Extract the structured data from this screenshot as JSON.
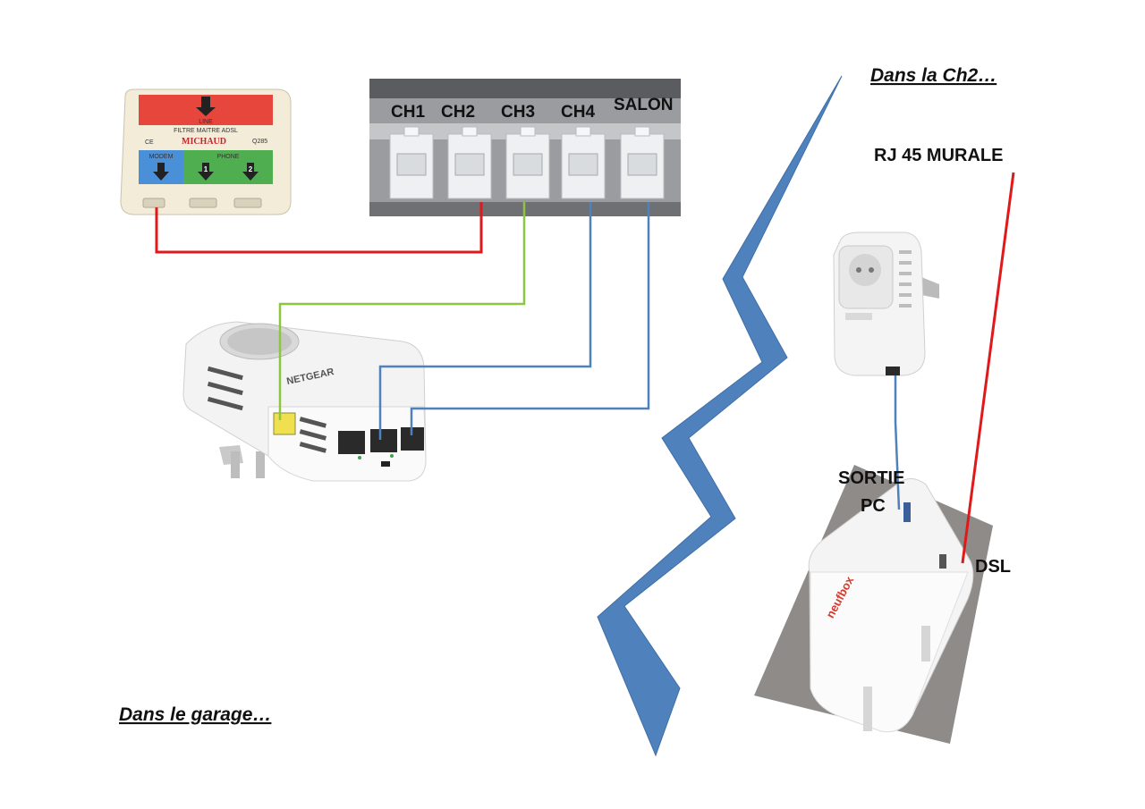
{
  "captions": {
    "garage": "Dans le garage…",
    "ch2": "Dans la Ch2…"
  },
  "patch_panel": {
    "ports": [
      "CH1",
      "CH2",
      "CH3",
      "CH4",
      "SALON"
    ]
  },
  "filter": {
    "line": "LINE",
    "name": "FILTRE MAITRE ADSL",
    "brand": "MICHAUD",
    "ce": "CE",
    "model": "Q285",
    "modem": "MODEM",
    "phone": "PHONE",
    "phone_1": "1",
    "phone_2": "2"
  },
  "netgear": {
    "brand": "NETGEAR"
  },
  "labels": {
    "rj45": "RJ 45 MURALE",
    "sortie_line1": "SORTIE",
    "sortie_line2": "PC",
    "dsl": "DSL"
  },
  "box": {
    "brand": "neufbox"
  },
  "colors": {
    "red_cable": "#e0191b",
    "green_cable": "#8cc63f",
    "blue_cable": "#4f81bd",
    "bolt": "#4f81bd",
    "filter_red": "#e6463b",
    "filter_blue": "#4a90d9",
    "filter_green": "#4fae4f"
  }
}
